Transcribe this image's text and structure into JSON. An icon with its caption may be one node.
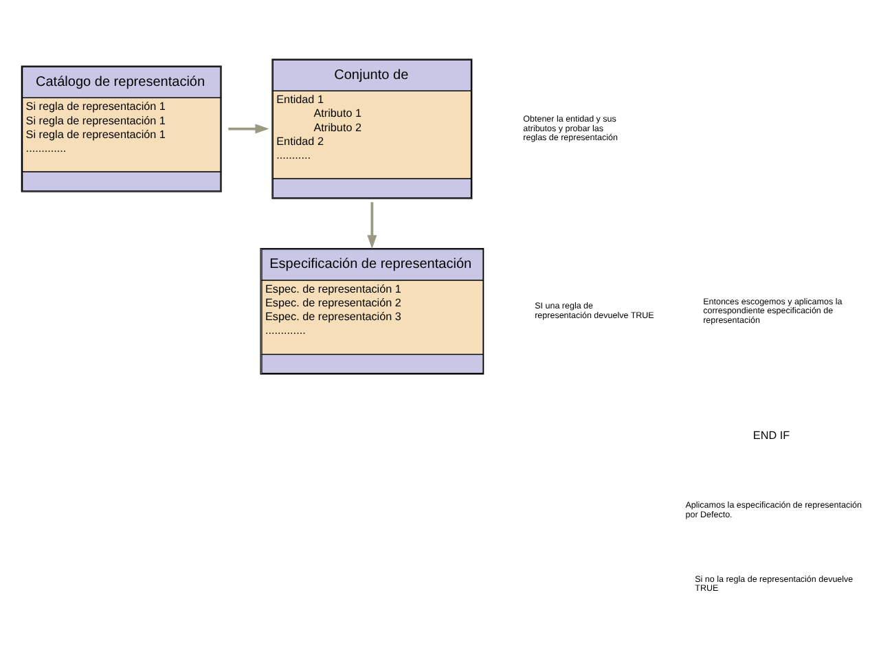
{
  "diagram": {
    "nodes": [
      {
        "text": [
          "Catálogo de representación",
          "Si regla de representación 1",
          "Si regla de representación 1",
          "Si regla de representación 1",
          "............."
        ]
      },
      {
        "text": [
          "Conjunto de",
          "Entidad 1",
          "Atributo 1",
          "Atributo 2",
          "Entidad 2",
          "..........."
        ]
      },
      {
        "text": [
          "Especificación de representación",
          "Espec. de representación 1",
          "Espec. de representación 2",
          "Espec. de representación 3",
          "............."
        ]
      }
    ],
    "edges": [
      {
        "from": 0,
        "to": 1,
        "arrow": "to"
      },
      {
        "from": 1,
        "to": 2,
        "arrow": "to"
      }
    ],
    "labels": [
      "Obtener la entidad y sus atributos y probar las reglas de representación",
      "SI una regla de representación devuelve TRUE",
      "Entonces escogemos y aplicamos la correspondiente especificación de representación",
      "END IF",
      "Aplicamos la especificación de representación por Defecto.",
      "Si no la regla de representación devuelve TRUE"
    ]
  }
}
